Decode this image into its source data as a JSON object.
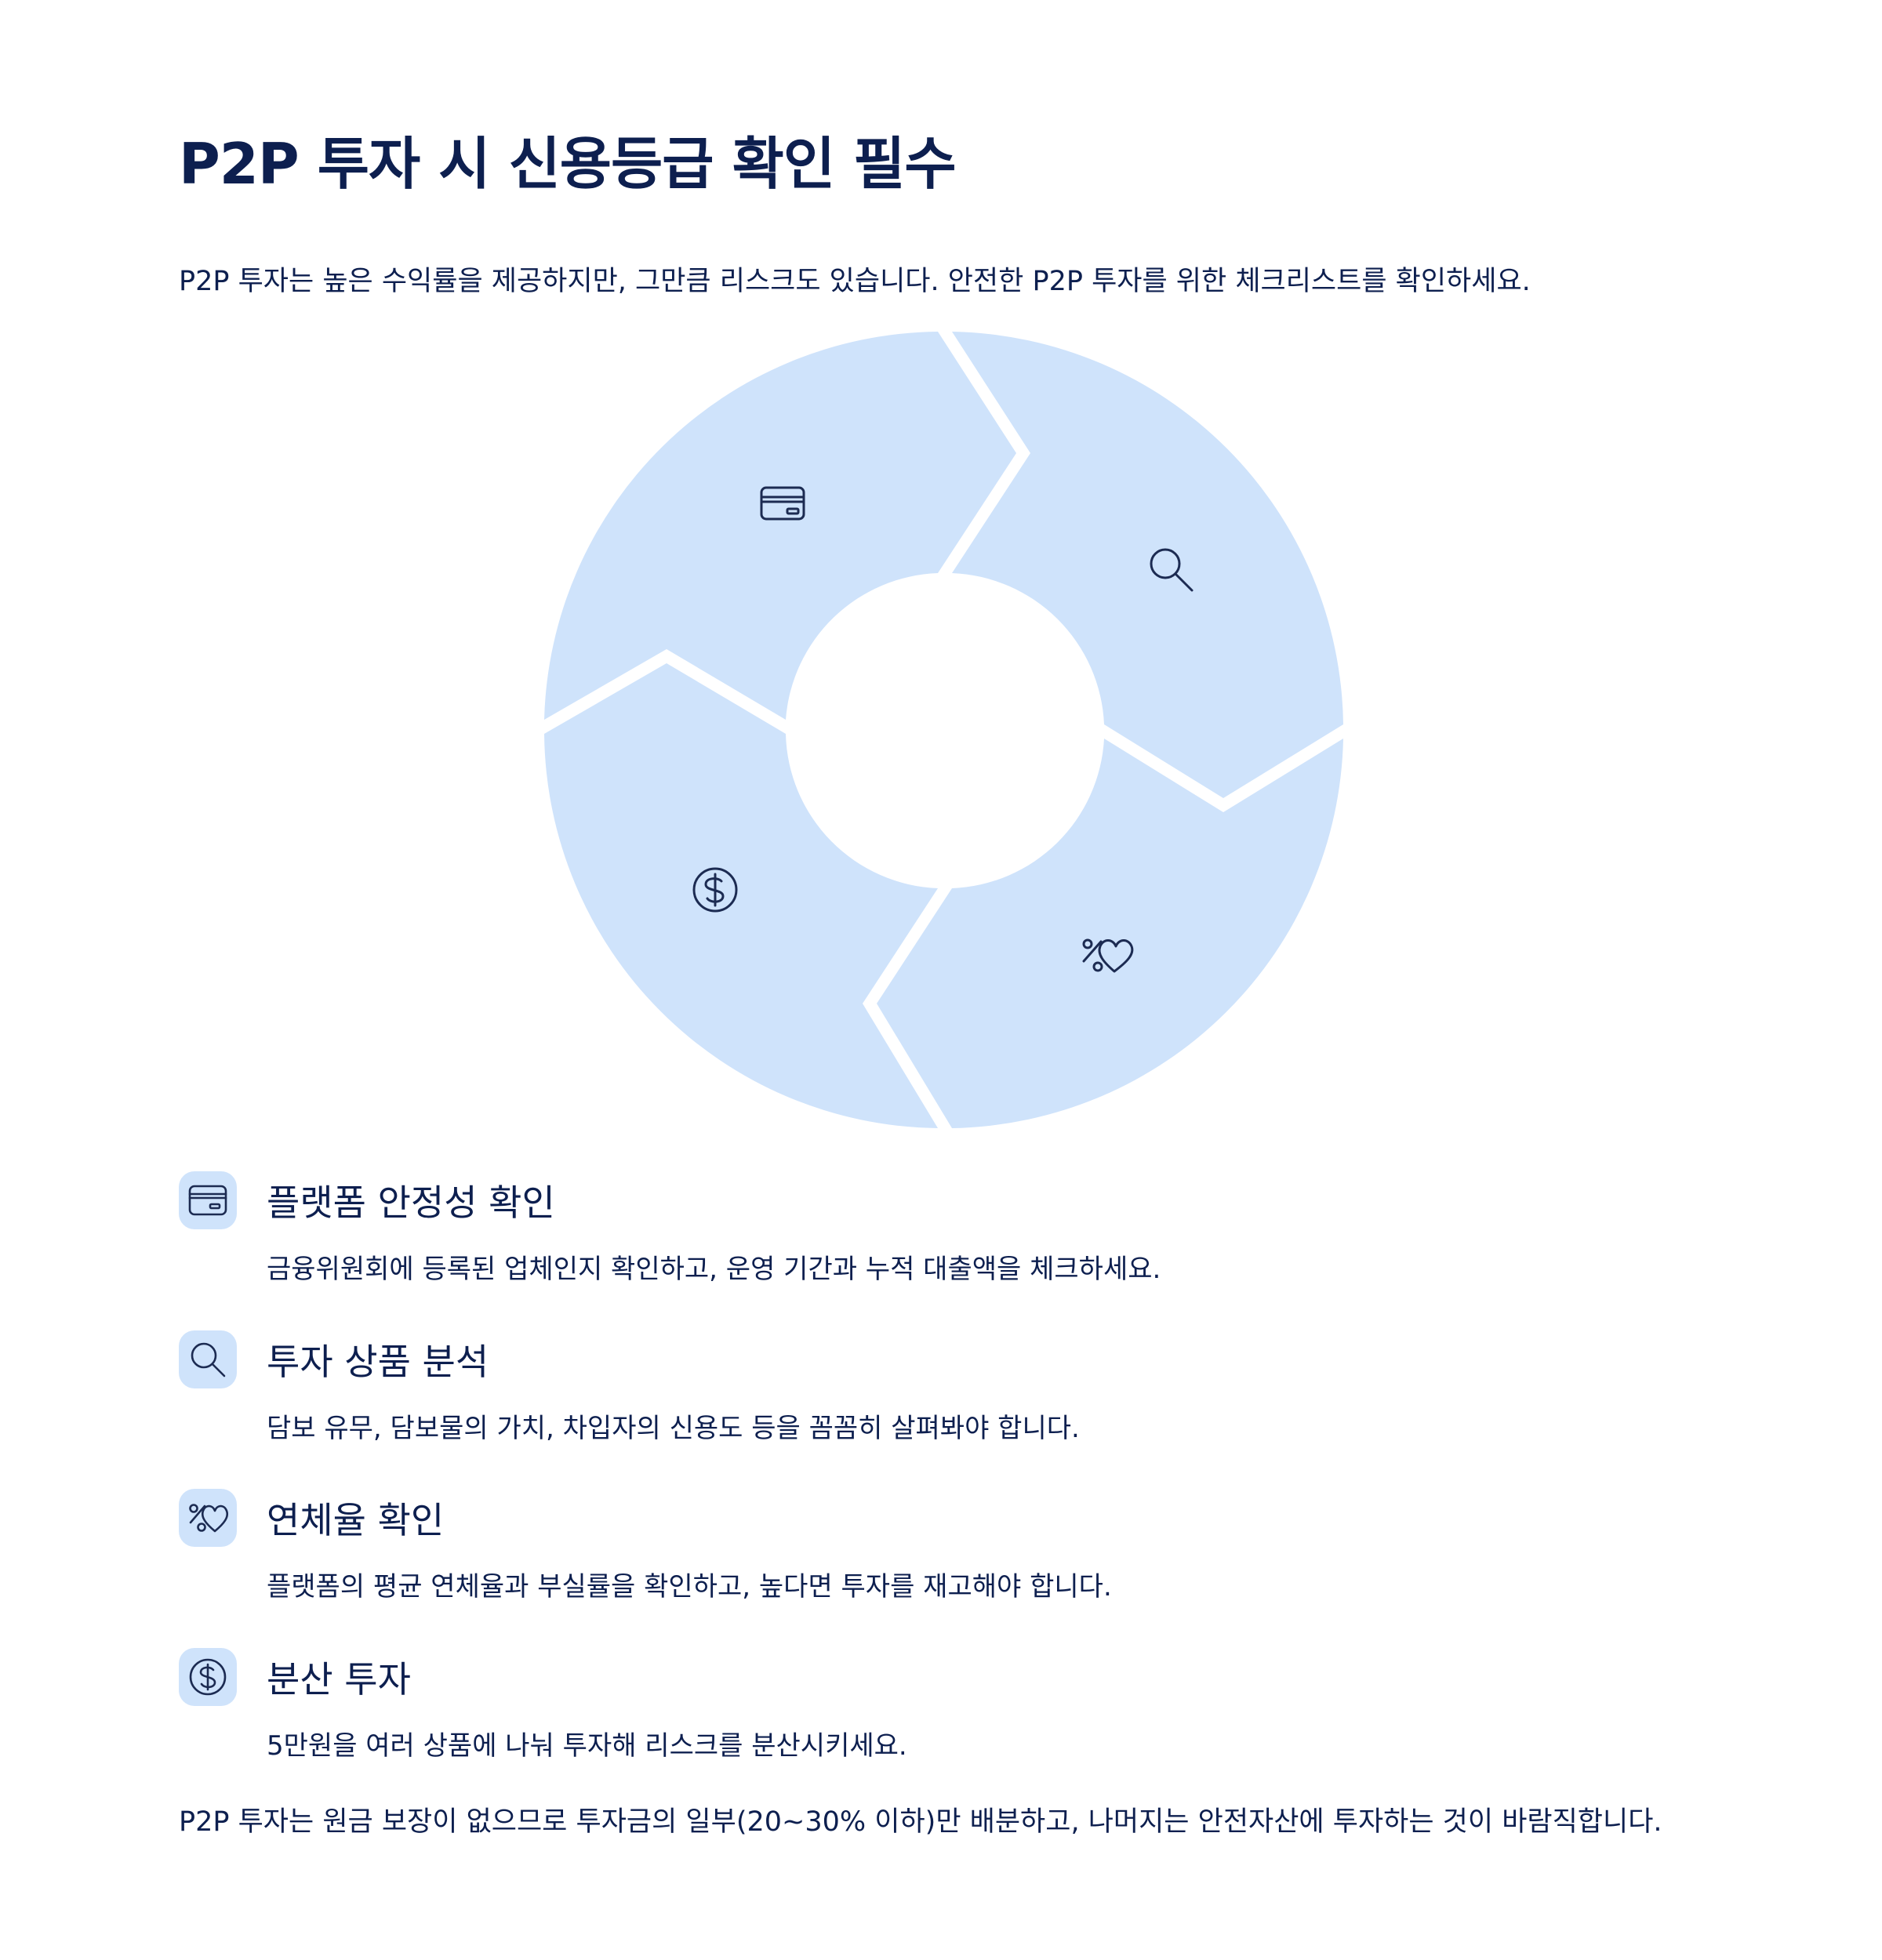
{
  "title": "P2P 투자 시 신용등급 확인 필수",
  "subtitle": "P2P 투자는 높은 수익률을 제공하지만, 그만큼 리스크도 있습니다. 안전한 P2P 투자를 위한 체크리스트를 확인하세요.",
  "colors": {
    "segment_fill": "#cfe3fb",
    "icon_badge": "#cfe3fb",
    "text": "#0d1f4f",
    "icon_stroke": "#1c2b52"
  },
  "diagram": {
    "type": "four-part cycle",
    "segments": [
      {
        "icon": "credit-card-icon"
      },
      {
        "icon": "search-icon"
      },
      {
        "icon": "percent-heart-icon"
      },
      {
        "icon": "dollar-coin-icon"
      }
    ]
  },
  "items": [
    {
      "icon": "credit-card-icon",
      "title": "플랫폼 안정성 확인",
      "desc": "금융위원회에 등록된 업체인지 확인하고, 운영 기간과 누적 대출액을 체크하세요."
    },
    {
      "icon": "search-icon",
      "title": "투자 상품 분석",
      "desc": "담보 유무, 담보물의 가치, 차입자의 신용도 등을 꼼꼼히 살펴봐야 합니다."
    },
    {
      "icon": "percent-heart-icon",
      "title": "연체율 확인",
      "desc": "플랫폼의 평균 연체율과 부실률을 확인하고, 높다면 투자를 재고해야 합니다."
    },
    {
      "icon": "dollar-coin-icon",
      "title": "분산 투자",
      "desc": "5만원을 여러 상품에 나눠 투자해 리스크를 분산시키세요."
    }
  ],
  "footer": "P2P 투자는 원금 보장이 없으므로 투자금의 일부(20~30% 이하)만 배분하고, 나머지는 안전자산에 투자하는 것이 바람직합니다."
}
